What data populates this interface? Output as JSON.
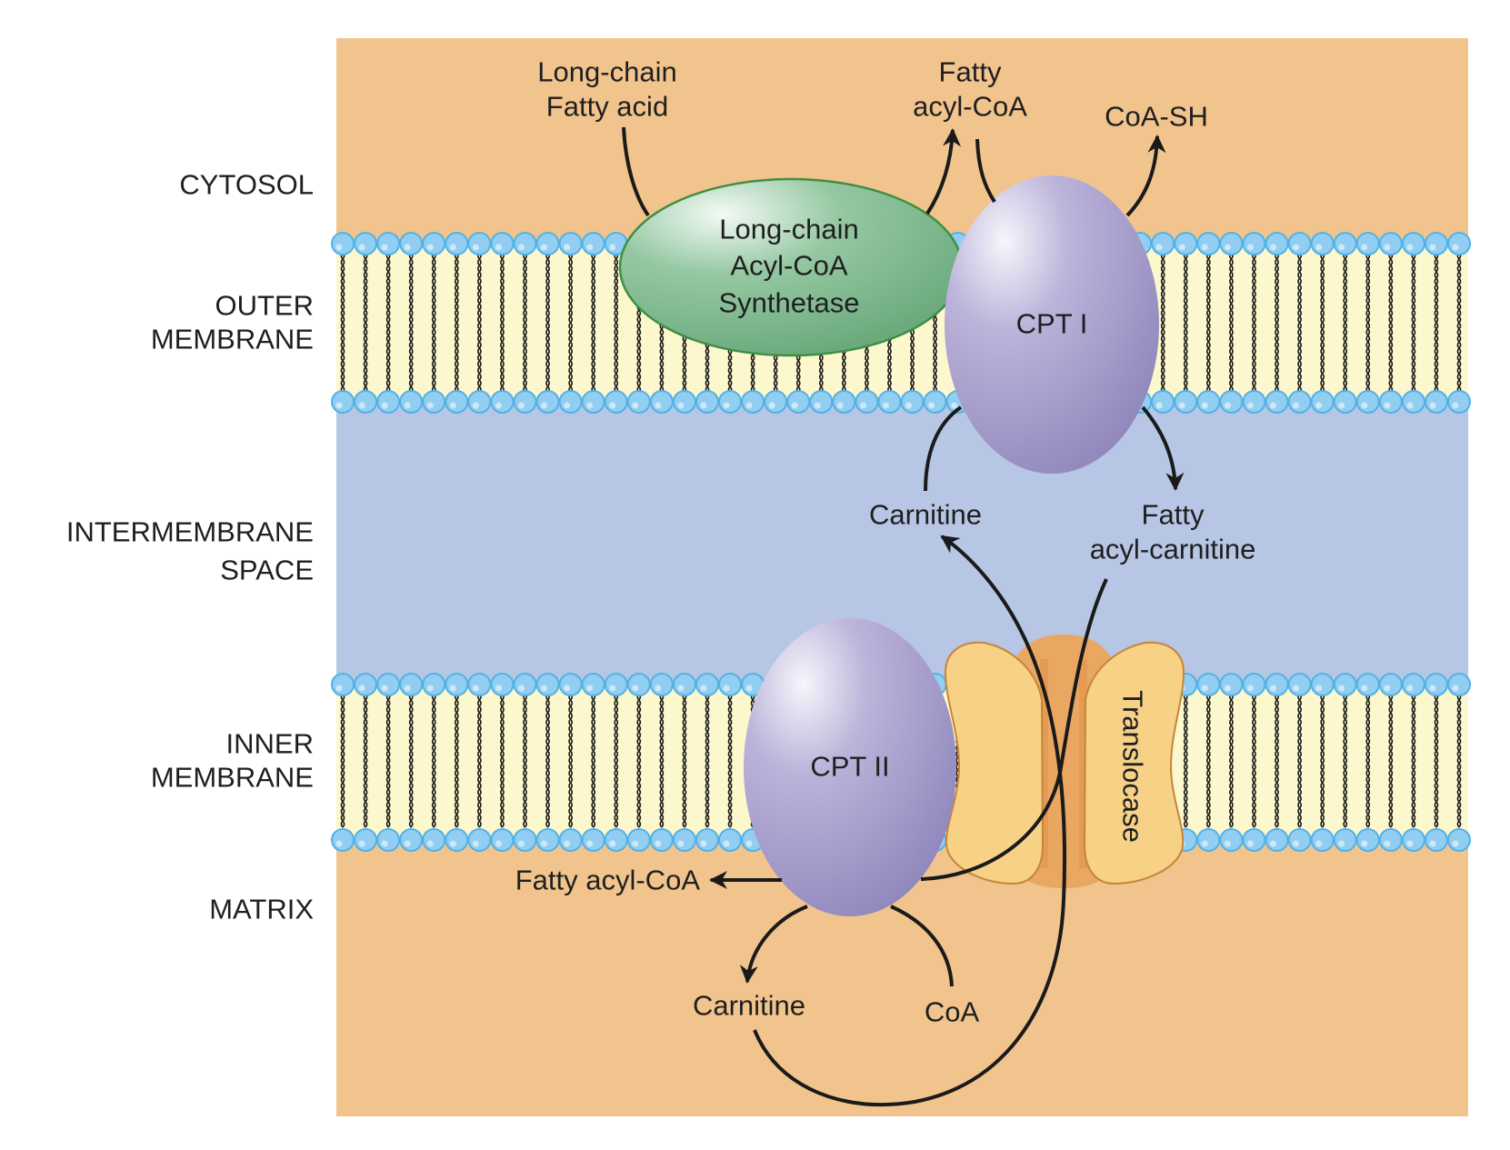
{
  "regions": {
    "cytosol": [
      "CYTOSOL"
    ],
    "outer_membrane": [
      "OUTER",
      "MEMBRANE"
    ],
    "intermembrane_space": [
      "INTERMEMBRANE",
      "SPACE"
    ],
    "inner_membrane": [
      "INNER",
      "MEMBRANE"
    ],
    "matrix": [
      "MATRIX"
    ]
  },
  "proteins": {
    "acyl_coa_synthetase": [
      "Long-chain",
      "Acyl-CoA",
      "Synthetase"
    ],
    "cpt1": "CPT I",
    "cpt2": "CPT II",
    "translocase": "Translocase"
  },
  "metabolites": {
    "cytosol_fatty_acid": [
      "Long-chain",
      "Fatty acid"
    ],
    "cytosol_fatty_acyl_coa": [
      "Fatty",
      "acyl-CoA"
    ],
    "cytosol_coa_sh": "CoA-SH",
    "ims_carnitine": "Carnitine",
    "ims_fatty_acyl_carnitine": [
      "Fatty",
      "acyl-carnitine"
    ],
    "matrix_fatty_acyl_coa": "Fatty acyl-CoA",
    "matrix_carnitine": "Carnitine",
    "matrix_coa": "CoA"
  },
  "colors": {
    "aqueous": "#f2c48d",
    "intermembrane": "#b6c6e4",
    "membrane_core": "#fdf7cd",
    "lipid_head": "#92cdf2",
    "lipid_head_stroke": "#52b2e6",
    "synthetase": "#7db98f",
    "cpt": "#9f97c8",
    "translocase_lobe": "#f6d186",
    "translocase_core": "#e9a762",
    "arrow": "#1a1a1a"
  }
}
